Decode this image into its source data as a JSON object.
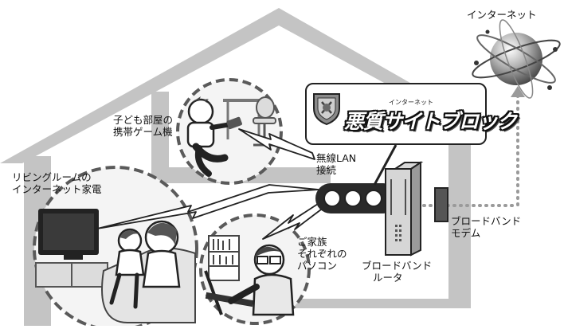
{
  "internet": {
    "label": "インターネット"
  },
  "nodes": {
    "kids_room": {
      "line1": "子ども部屋の",
      "line2": "携帯ゲーム機"
    },
    "living_room": {
      "line1": "リビングルームの",
      "line2": "インターネット家電"
    },
    "wireless_lan": {
      "line1": "無線LAN",
      "line2": "接続"
    },
    "family_pc": {
      "line1": "ご家族",
      "line2": "それぞれの",
      "line3": "パソコン"
    },
    "router": {
      "line1": "ブロードバンド",
      "line2": "ルータ"
    },
    "modem": {
      "line1": "ブロードバンド",
      "line2": "モデム"
    }
  },
  "product": {
    "small_label": "インターネット",
    "name": "悪質サイトブロック"
  },
  "colors": {
    "house": "#c4c4c4",
    "circle_fill": "#f4f4f4",
    "dashed_border": "#5a5a5a",
    "connection_dots": "#9a9a9a",
    "outline": "#222222"
  }
}
